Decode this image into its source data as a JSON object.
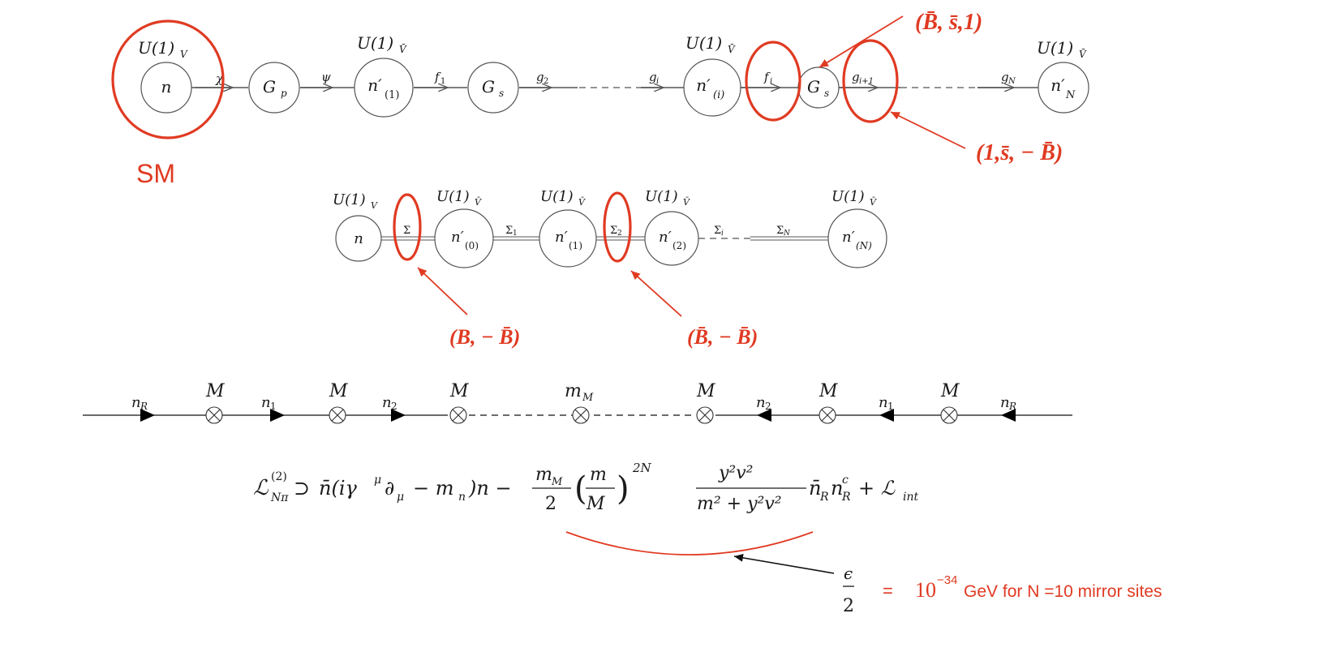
{
  "diagram1": {
    "nodes": [
      {
        "label": "n",
        "group": "U(1)",
        "sub": "V"
      },
      {
        "label": "G",
        "sub": "p"
      },
      {
        "label": "n′",
        "sub": "(1)",
        "group": "U(1)",
        "gsub": "V̄"
      },
      {
        "label": "G",
        "sub": "s"
      },
      {
        "label": "n′",
        "sub": "(i)",
        "group": "U(1)",
        "gsub": "V̄"
      },
      {
        "label": "G",
        "sub": "s"
      },
      {
        "label": "n′",
        "sub": "N",
        "group": "U(1)",
        "gsub": "V̄"
      }
    ],
    "links": [
      {
        "label": "χ",
        "sub": ""
      },
      {
        "label": "ψ",
        "sub": ""
      },
      {
        "label": "f",
        "sub": "1"
      },
      {
        "label": "g",
        "sub": "2"
      },
      {
        "label": "g",
        "sub": "i"
      },
      {
        "label": "f",
        "sub": "i"
      },
      {
        "label": "g",
        "sub": "i+1"
      },
      {
        "label": "g",
        "sub": "N"
      }
    ],
    "annotations": {
      "sm_label": "SM",
      "top_charge": "(B̄, s̄,1)",
      "bottom_charge": "(1,s̄, − B̄)"
    }
  },
  "diagram2": {
    "nodes": [
      {
        "label": "n",
        "sub": "",
        "group": "U(1)",
        "gsub": "V"
      },
      {
        "label": "n′",
        "sub": "(0)",
        "group": "U(1)",
        "gsub": "V̄"
      },
      {
        "label": "n′",
        "sub": "(1)",
        "group": "U(1)",
        "gsub": "V̄"
      },
      {
        "label": "n′",
        "sub": "(2)",
        "group": "U(1)",
        "gsub": "V̄"
      },
      {
        "label": "n′",
        "sub": "(N)",
        "group": "U(1)",
        "gsub": "V̄"
      }
    ],
    "links": [
      {
        "label": "Σ",
        "sub": ""
      },
      {
        "label": "Σ",
        "sub": "1"
      },
      {
        "label": "Σ",
        "sub": "2"
      },
      {
        "label": "Σ",
        "sub": "i"
      },
      {
        "label": "Σ",
        "sub": "N"
      }
    ],
    "annotations": {
      "left_charge": "(B, − B̄)",
      "right_charge": "(B̄, − B̄)"
    }
  },
  "diagram3": {
    "masses": [
      "M",
      "M",
      "M",
      "m",
      "M",
      "M",
      "M"
    ],
    "mass_subs": [
      "",
      "",
      "",
      "M",
      "",
      "",
      ""
    ],
    "fields": [
      {
        "label": "n",
        "sub": "R"
      },
      {
        "label": "n",
        "sub": "1"
      },
      {
        "label": "n",
        "sub": "2"
      },
      {
        "label": "n",
        "sub": "2"
      },
      {
        "label": "n",
        "sub": "1"
      },
      {
        "label": "n",
        "sub": "R"
      }
    ]
  },
  "equation": {
    "lagrangian": "ℒ",
    "lag_sup": "(2)",
    "lag_sub": "Nπ",
    "supset": "⊃",
    "term1": "n̄(iγ",
    "mu_sup": "μ",
    "partial": "∂",
    "mu_sub": "μ",
    "term1b": "− m",
    "mn_sub": "n",
    "term1c": ")n −",
    "frac1_num": "m",
    "frac1_num_sub": "M",
    "frac1_den": "2",
    "frac2_num": "m",
    "frac2_den": "M",
    "power": "2N",
    "frac3_num": "y²v²",
    "frac3_den": "m² + y²v²",
    "tail": "n̄",
    "tail_sub": "R",
    "tail2": "n",
    "tail2_sup": "c",
    "tail2_sub": "R",
    "plus": "+ ℒ",
    "int_sub": "int"
  },
  "result": {
    "eps": "ϵ",
    "two": "2",
    "equals": "=",
    "base": "10",
    "exponent": "−34",
    "text": "GeV for N =10 mirror sites"
  }
}
